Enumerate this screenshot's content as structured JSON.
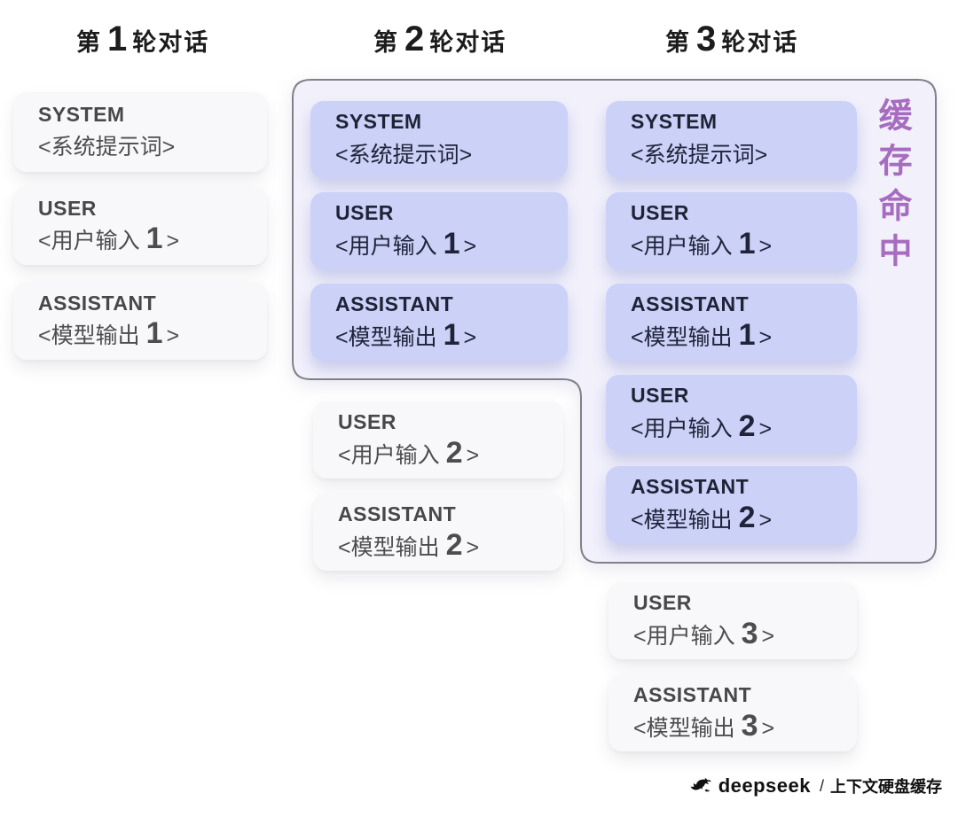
{
  "headers": [
    {
      "pre": "第",
      "num": "1",
      "post": "轮对话"
    },
    {
      "pre": "第",
      "num": "2",
      "post": "轮对话"
    },
    {
      "pre": "第",
      "num": "3",
      "post": "轮对话"
    }
  ],
  "cache_hit_label": "缓存命中",
  "round1": {
    "boxes": [
      {
        "role": "SYSTEM",
        "pre": "<系统提示词>",
        "num": "",
        "post": ""
      },
      {
        "role": "USER",
        "pre": "<用户输入",
        "num": "1",
        "post": ">"
      },
      {
        "role": "ASSISTANT",
        "pre": "<模型输出",
        "num": "1",
        "post": ">"
      }
    ]
  },
  "round2": {
    "cached": [
      {
        "role": "SYSTEM",
        "pre": "<系统提示词>",
        "num": "",
        "post": ""
      },
      {
        "role": "USER",
        "pre": "<用户输入",
        "num": "1",
        "post": ">"
      },
      {
        "role": "ASSISTANT",
        "pre": "<模型输出",
        "num": "1",
        "post": ">"
      }
    ],
    "new": [
      {
        "role": "USER",
        "pre": "<用户输入",
        "num": "2",
        "post": ">"
      },
      {
        "role": "ASSISTANT",
        "pre": "<模型输出",
        "num": "2",
        "post": ">"
      }
    ]
  },
  "round3": {
    "cached": [
      {
        "role": "SYSTEM",
        "pre": "<系统提示词>",
        "num": "",
        "post": ""
      },
      {
        "role": "USER",
        "pre": "<用户输入",
        "num": "1",
        "post": ">"
      },
      {
        "role": "ASSISTANT",
        "pre": "<模型输出",
        "num": "1",
        "post": ">"
      },
      {
        "role": "USER",
        "pre": "<用户输入",
        "num": "2",
        "post": ">"
      },
      {
        "role": "ASSISTANT",
        "pre": "<模型输出",
        "num": "2",
        "post": ">"
      }
    ],
    "new": [
      {
        "role": "USER",
        "pre": "<用户输入",
        "num": "3",
        "post": ">"
      },
      {
        "role": "ASSISTANT",
        "pre": "<模型输出",
        "num": "3",
        "post": ">"
      }
    ]
  },
  "footer": {
    "brand": "deepseek",
    "separator": "/",
    "caption": "上下文硬盘缓存"
  },
  "colors": {
    "cached_box": "#cbd1f7",
    "plain_box": "#f8f8fa",
    "container_fill": "#f1f0fb",
    "container_border": "#80808a",
    "cache_hit_text": "#a76cc0"
  }
}
